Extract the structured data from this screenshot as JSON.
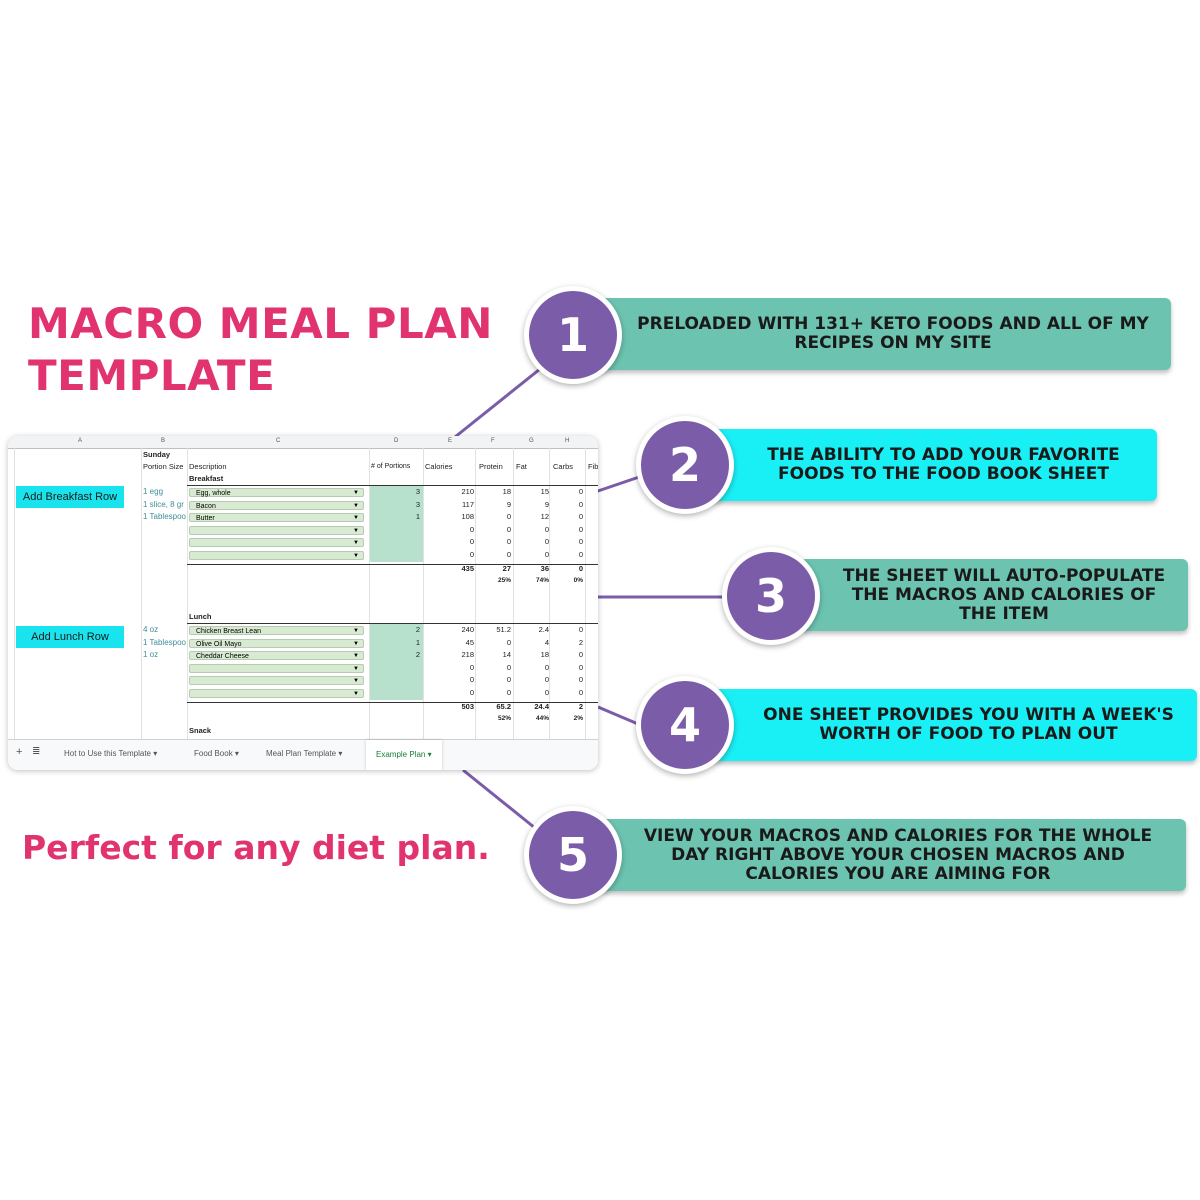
{
  "title_line1": "MACRO MEAL PLAN",
  "title_line2": "TEMPLATE",
  "tagline": "Perfect for any diet plan.",
  "colors": {
    "pink": "#e0336f",
    "purple": "#7b5ca8",
    "teal": "#6cc4b0",
    "cyan": "#19f0f5"
  },
  "callouts": [
    {
      "num": "1",
      "text": "PRELOADED WITH 131+ KETO FOODS AND ALL OF MY RECIPES ON MY SITE"
    },
    {
      "num": "2",
      "text": "THE ABILITY TO ADD YOUR FAVORITE FOODS TO THE FOOD BOOK SHEET"
    },
    {
      "num": "3",
      "text": "THE SHEET WILL AUTO-POPULATE THE MACROS AND CALORIES OF THE ITEM"
    },
    {
      "num": "4",
      "text": "ONE SHEET PROVIDES YOU WITH A WEEK'S WORTH OF FOOD TO PLAN OUT"
    },
    {
      "num": "5",
      "text": "VIEW YOUR MACROS AND CALORIES FOR THE WHOLE DAY RIGHT ABOVE YOUR CHOSEN MACROS AND CALORIES YOU ARE AIMING FOR"
    }
  ],
  "sheet": {
    "col_letters": [
      "A",
      "B",
      "C",
      "D",
      "E",
      "F",
      "G",
      "H"
    ],
    "day": "Sunday",
    "headers": {
      "portion": "Portion Size",
      "description": "Description",
      "portions": "# of Portions",
      "calories": "Calories",
      "protein": "Protein",
      "fat": "Fat",
      "carbs": "Carbs",
      "fiber": "Fiber"
    },
    "breakfast": {
      "label": "Breakfast",
      "button": "Add Breakfast Row",
      "rows": [
        {
          "portion": "1 egg",
          "desc": "Egg, whole",
          "qty": "3",
          "cal": "210",
          "pro": "18",
          "fat": "15",
          "carb": "0"
        },
        {
          "portion": "1 slice, 8 gr",
          "desc": "Bacon",
          "qty": "3",
          "cal": "117",
          "pro": "9",
          "fat": "9",
          "carb": "0"
        },
        {
          "portion": "1 Tablespoo",
          "desc": "Butter",
          "qty": "1",
          "cal": "108",
          "pro": "0",
          "fat": "12",
          "carb": "0"
        },
        {
          "portion": "",
          "desc": "",
          "qty": "",
          "cal": "0",
          "pro": "0",
          "fat": "0",
          "carb": "0"
        },
        {
          "portion": "",
          "desc": "",
          "qty": "",
          "cal": "0",
          "pro": "0",
          "fat": "0",
          "carb": "0"
        },
        {
          "portion": "",
          "desc": "",
          "qty": "",
          "cal": "0",
          "pro": "0",
          "fat": "0",
          "carb": "0"
        }
      ],
      "total": {
        "cal": "435",
        "pro": "27",
        "fat": "36",
        "carb": "0"
      },
      "pct": {
        "pro": "25%",
        "fat": "74%",
        "carb": "0%"
      }
    },
    "lunch": {
      "label": "Lunch",
      "button": "Add Lunch Row",
      "rows": [
        {
          "portion": "4 oz",
          "desc": "Chicken Breast Lean",
          "qty": "2",
          "cal": "240",
          "pro": "51.2",
          "fat": "2.4",
          "carb": "0"
        },
        {
          "portion": "1 Tablespoo",
          "desc": "Olive Oil Mayo",
          "qty": "1",
          "cal": "45",
          "pro": "0",
          "fat": "4",
          "carb": "2"
        },
        {
          "portion": "1 oz",
          "desc": "Cheddar Cheese",
          "qty": "2",
          "cal": "218",
          "pro": "14",
          "fat": "18",
          "carb": "0"
        },
        {
          "portion": "",
          "desc": "",
          "qty": "",
          "cal": "0",
          "pro": "0",
          "fat": "0",
          "carb": "0"
        },
        {
          "portion": "",
          "desc": "",
          "qty": "",
          "cal": "0",
          "pro": "0",
          "fat": "0",
          "carb": "0"
        },
        {
          "portion": "",
          "desc": "",
          "qty": "",
          "cal": "0",
          "pro": "0",
          "fat": "0",
          "carb": "0"
        }
      ],
      "total": {
        "cal": "503",
        "pro": "65.2",
        "fat": "24.4",
        "carb": "2"
      },
      "pct": {
        "pro": "52%",
        "fat": "44%",
        "carb": "2%"
      }
    },
    "snack_label": "Snack",
    "tabs": [
      "Hot to Use this Template",
      "Food Book",
      "Meal Plan Template",
      "Example Plan"
    ],
    "active_tab": "Example Plan"
  }
}
